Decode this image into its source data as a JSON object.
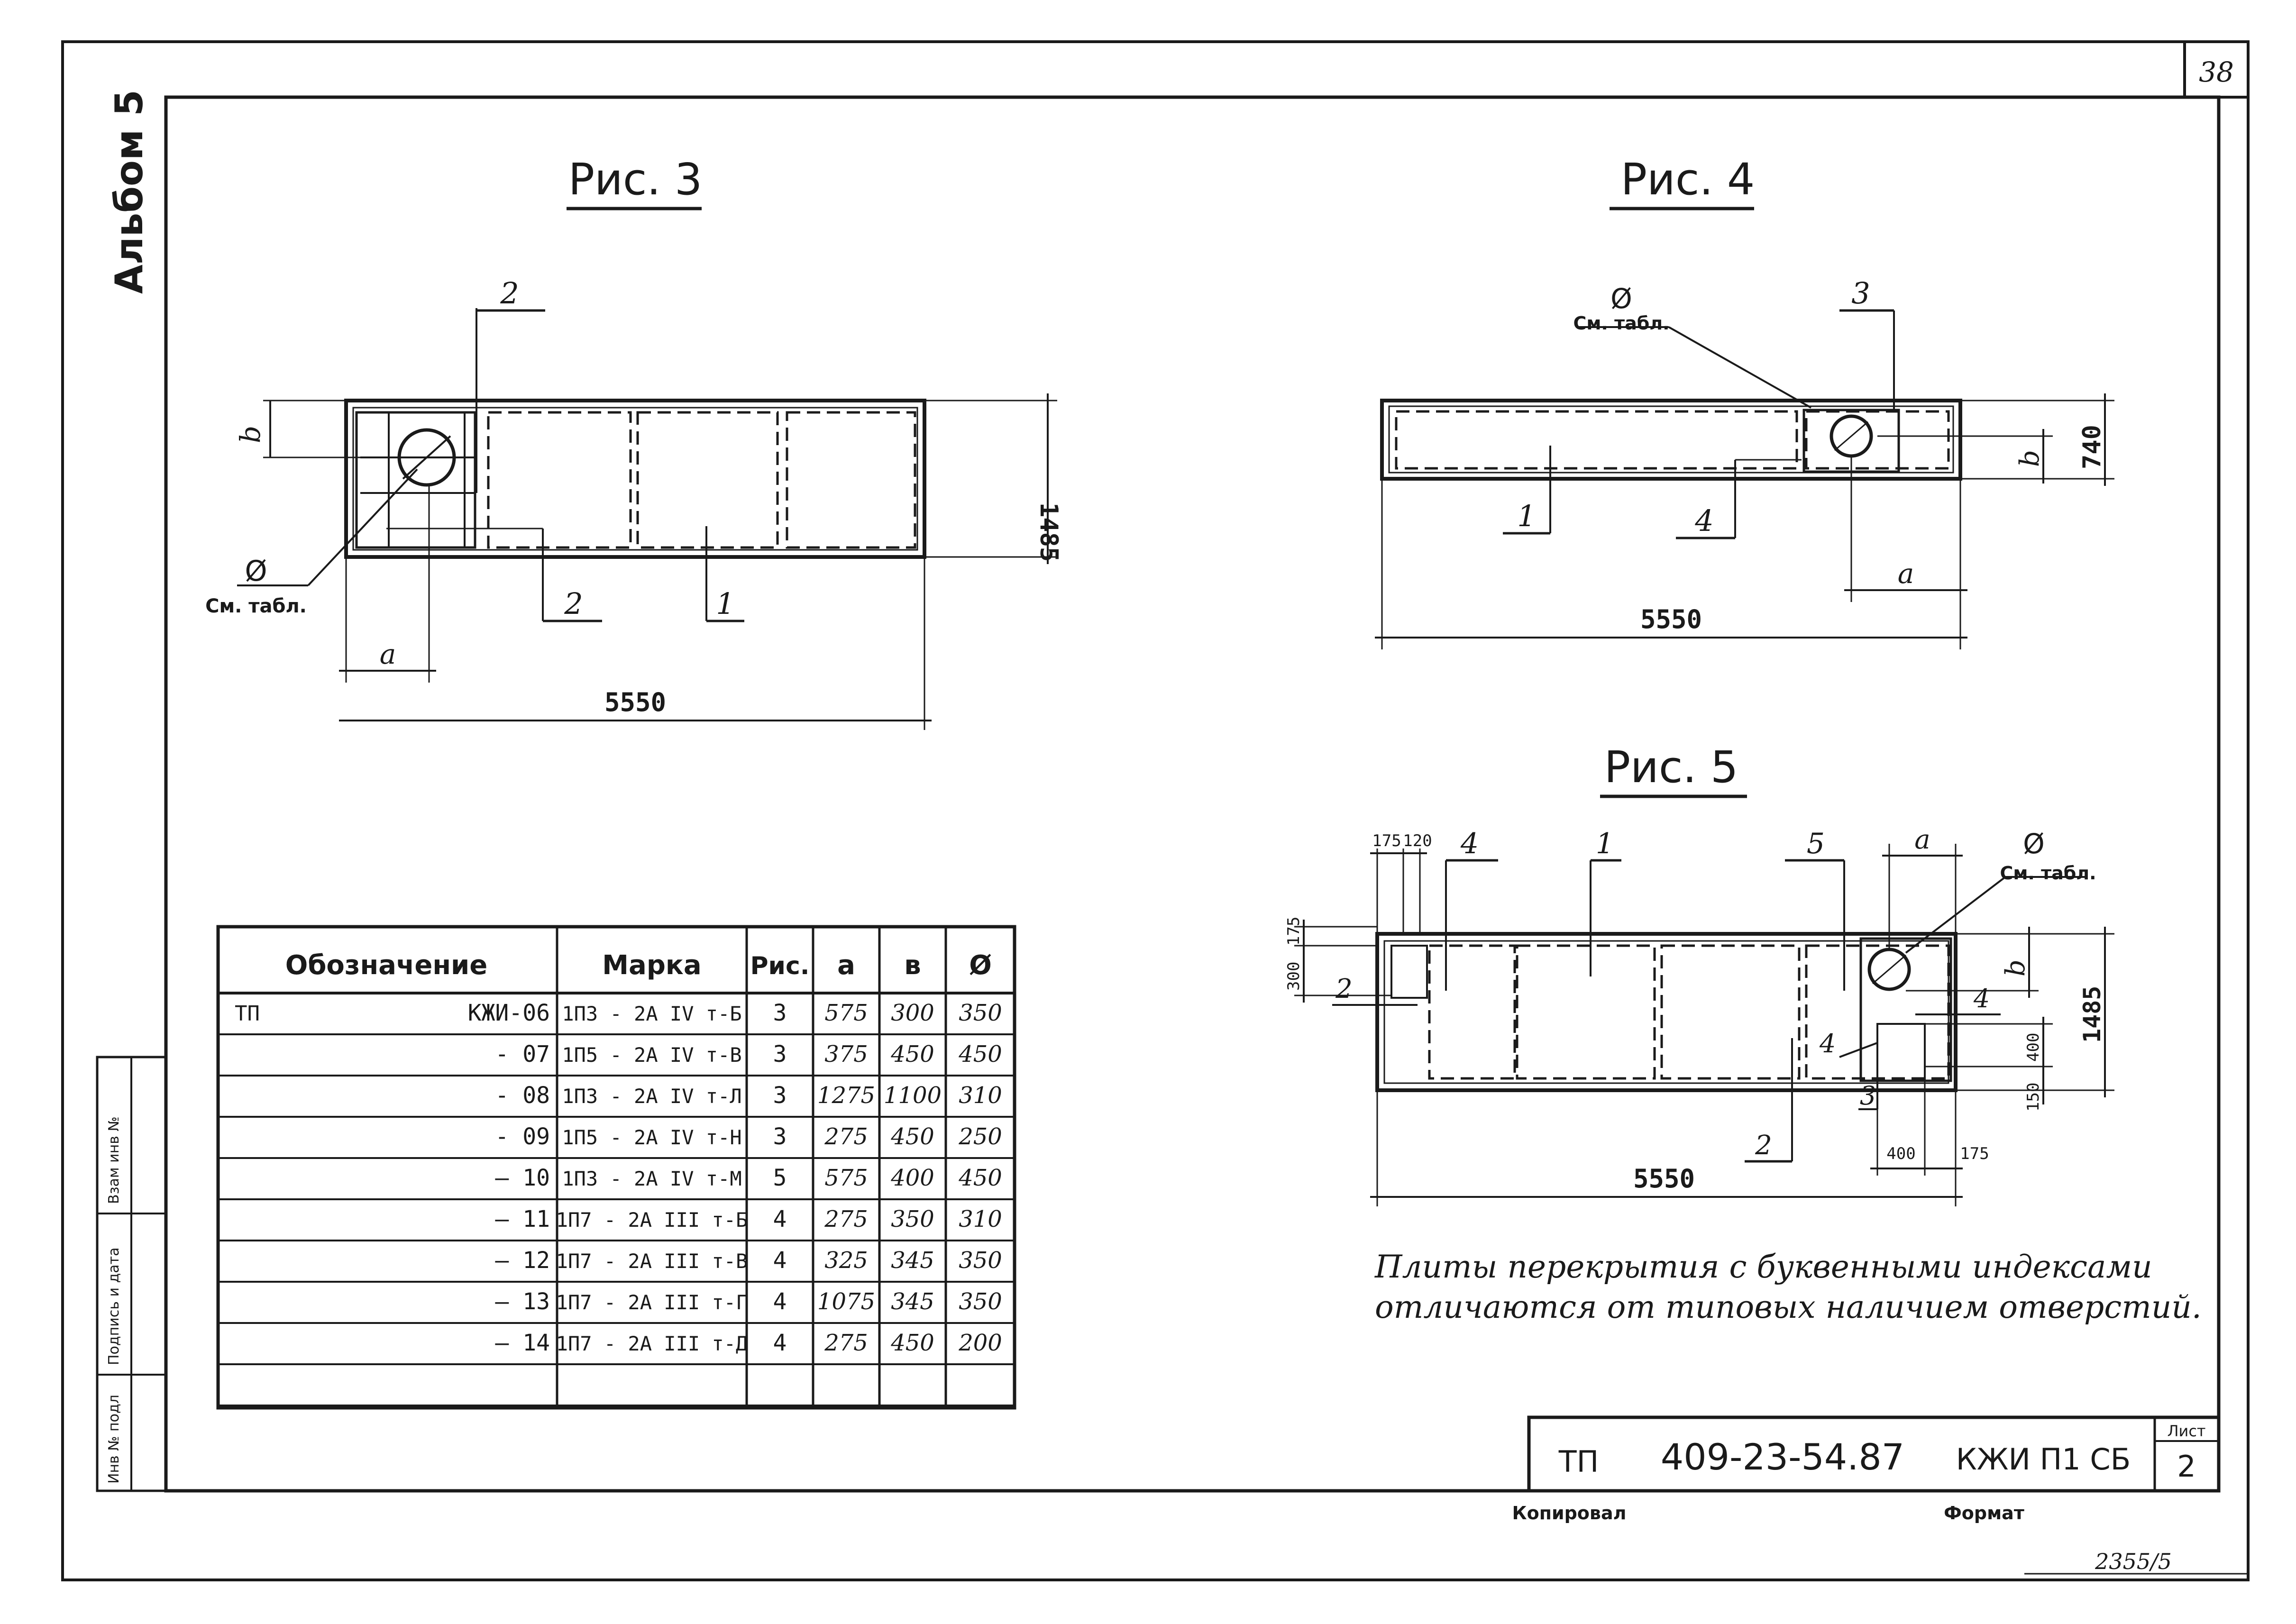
{
  "sheet": {
    "page_number": "38",
    "album": "Альбом 5",
    "copied_by": "Копировал",
    "format": "Формат",
    "archive_no": "2355/5",
    "side_stamp": [
      "Инв № подл",
      "Подпись и дата",
      "Взам инв №"
    ]
  },
  "fig3": {
    "title": "Рис. 3",
    "labels": {
      "pos2_top": "2",
      "pos2_bottom": "2",
      "pos1": "1",
      "b": "b",
      "a": "a",
      "dia": "Ø",
      "see_table": "См. табл."
    },
    "dims": {
      "length": "5550",
      "width": "1485"
    }
  },
  "fig4": {
    "title": "Рис. 4",
    "labels": {
      "pos3": "3",
      "pos4": "4",
      "pos1": "1",
      "b": "b",
      "a": "a",
      "dia": "Ø",
      "see_table": "См. табл."
    },
    "dims": {
      "length": "5550",
      "width": "740"
    }
  },
  "fig5": {
    "title": "Рис. 5",
    "labels": {
      "pos1": "1",
      "pos2a": "2",
      "pos2b": "2",
      "pos3": "3",
      "pos4a": "4",
      "pos4b": "4",
      "pos4c": "4",
      "pos5": "5",
      "a": "a",
      "b": "b",
      "dia": "Ø",
      "see_table": "См. табл."
    },
    "dims": {
      "length": "5550",
      "width": "1485",
      "d175a": "175",
      "d120": "120",
      "d300": "300",
      "d175b": "175",
      "d400v": "400",
      "d150": "150",
      "d400h": "400",
      "d175c": "175"
    }
  },
  "table": {
    "headers": [
      "Обозначение",
      "Марка",
      "Рис.",
      "а",
      "в",
      "Ø"
    ],
    "rows": [
      {
        "prefix": "ТП",
        "code": "КЖИ-06",
        "mark": "1П3 - 2А IV т-Б",
        "fig": "3",
        "a": "575",
        "b": "300",
        "d": "350"
      },
      {
        "prefix": "",
        "code": "- 07",
        "mark": "1П5 - 2А IV т-В",
        "fig": "3",
        "a": "375",
        "b": "450",
        "d": "450"
      },
      {
        "prefix": "",
        "code": "- 08",
        "mark": "1П3 - 2А IV т-Л",
        "fig": "3",
        "a": "1275",
        "b": "1100",
        "d": "310"
      },
      {
        "prefix": "",
        "code": "- 09",
        "mark": "1П5 - 2А IV т-Н",
        "fig": "3",
        "a": "275",
        "b": "450",
        "d": "250"
      },
      {
        "prefix": "",
        "code": "— 10",
        "mark": "1П3 - 2А IV т-М",
        "fig": "5",
        "a": "575",
        "b": "400",
        "d": "450"
      },
      {
        "prefix": "",
        "code": "— 11",
        "mark": "1П7 - 2А III т-Б",
        "fig": "4",
        "a": "275",
        "b": "350",
        "d": "310"
      },
      {
        "prefix": "",
        "code": "— 12",
        "mark": "1П7 - 2А III т-В",
        "fig": "4",
        "a": "325",
        "b": "345",
        "d": "350"
      },
      {
        "prefix": "",
        "code": "— 13",
        "mark": "1П7 - 2А III т-Г",
        "fig": "4",
        "a": "1075",
        "b": "345",
        "d": "350"
      },
      {
        "prefix": "",
        "code": "— 14",
        "mark": "1П7 - 2А III т-Д",
        "fig": "4",
        "a": "275",
        "b": "450",
        "d": "200"
      }
    ]
  },
  "note": {
    "line1": "Плиты перекрытия с буквенными индексами",
    "line2": "отличаются от типовых наличием отверстий."
  },
  "title_block": {
    "tp": "ТП",
    "code": "409-23-54.87",
    "section": "КЖИ П1 СБ",
    "sheet_label": "Лист",
    "sheet_no": "2"
  }
}
